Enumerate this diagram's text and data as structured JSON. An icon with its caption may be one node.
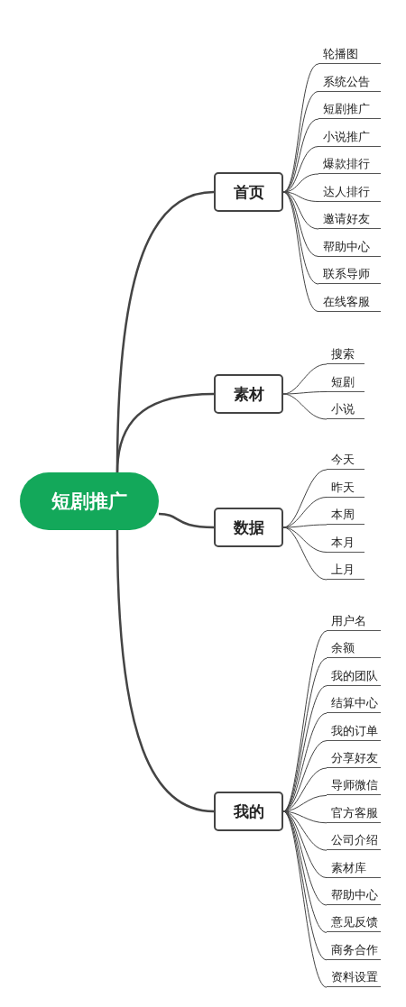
{
  "diagram": {
    "nodes": [
      {
        "text": [
          "短剧推广"
        ]
      },
      {
        "text": [
          "首页"
        ]
      },
      {
        "text": [
          "轮播图"
        ]
      },
      {
        "text": [
          "系统公告"
        ]
      },
      {
        "text": [
          "短剧推广"
        ]
      },
      {
        "text": [
          "小说推广"
        ]
      },
      {
        "text": [
          "爆款排行"
        ]
      },
      {
        "text": [
          "达人排行"
        ]
      },
      {
        "text": [
          "邀请好友"
        ]
      },
      {
        "text": [
          "帮助中心"
        ]
      },
      {
        "text": [
          "联系导师"
        ]
      },
      {
        "text": [
          "在线客服"
        ]
      },
      {
        "text": [
          "素材"
        ]
      },
      {
        "text": [
          "搜索"
        ]
      },
      {
        "text": [
          "短剧"
        ]
      },
      {
        "text": [
          "小说"
        ]
      },
      {
        "text": [
          "数据"
        ]
      },
      {
        "text": [
          "今天"
        ]
      },
      {
        "text": [
          "昨天"
        ]
      },
      {
        "text": [
          "本周"
        ]
      },
      {
        "text": [
          "本月"
        ]
      },
      {
        "text": [
          "上月"
        ]
      },
      {
        "text": [
          "我的"
        ]
      },
      {
        "text": [
          "用户名"
        ]
      },
      {
        "text": [
          "余额"
        ]
      },
      {
        "text": [
          "我的团队"
        ]
      },
      {
        "text": [
          "结算中心"
        ]
      },
      {
        "text": [
          "我的订单"
        ]
      },
      {
        "text": [
          "分享好友"
        ]
      },
      {
        "text": [
          "导师微信"
        ]
      },
      {
        "text": [
          "官方客服"
        ]
      },
      {
        "text": [
          "公司介绍"
        ]
      },
      {
        "text": [
          "素材库"
        ]
      },
      {
        "text": [
          "帮助中心"
        ]
      },
      {
        "text": [
          "意见反馈"
        ]
      },
      {
        "text": [
          "商务合作"
        ]
      },
      {
        "text": [
          "资料设置"
        ]
      }
    ],
    "edges": [
      {
        "from": 0,
        "to": 1,
        "arrow": "none"
      },
      {
        "from": 1,
        "to": 2,
        "arrow": "none"
      },
      {
        "from": 1,
        "to": 3,
        "arrow": "none"
      },
      {
        "from": 1,
        "to": 4,
        "arrow": "none"
      },
      {
        "from": 1,
        "to": 5,
        "arrow": "none"
      },
      {
        "from": 1,
        "to": 6,
        "arrow": "none"
      },
      {
        "from": 1,
        "to": 7,
        "arrow": "none"
      },
      {
        "from": 1,
        "to": 8,
        "arrow": "none"
      },
      {
        "from": 1,
        "to": 9,
        "arrow": "none"
      },
      {
        "from": 1,
        "to": 10,
        "arrow": "none"
      },
      {
        "from": 1,
        "to": 11,
        "arrow": "none"
      },
      {
        "from": 0,
        "to": 12,
        "arrow": "none"
      },
      {
        "from": 12,
        "to": 13,
        "arrow": "none"
      },
      {
        "from": 12,
        "to": 14,
        "arrow": "none"
      },
      {
        "from": 12,
        "to": 15,
        "arrow": "none"
      },
      {
        "from": 0,
        "to": 16,
        "arrow": "none"
      },
      {
        "from": 16,
        "to": 17,
        "arrow": "none"
      },
      {
        "from": 16,
        "to": 18,
        "arrow": "none"
      },
      {
        "from": 16,
        "to": 19,
        "arrow": "none"
      },
      {
        "from": 16,
        "to": 20,
        "arrow": "none"
      },
      {
        "from": 16,
        "to": 21,
        "arrow": "none"
      },
      {
        "from": 0,
        "to": 22,
        "arrow": "none"
      },
      {
        "from": 22,
        "to": 23,
        "arrow": "none"
      },
      {
        "from": 22,
        "to": 24,
        "arrow": "none"
      },
      {
        "from": 22,
        "to": 25,
        "arrow": "none"
      },
      {
        "from": 22,
        "to": 26,
        "arrow": "none"
      },
      {
        "from": 22,
        "to": 27,
        "arrow": "none"
      },
      {
        "from": 22,
        "to": 28,
        "arrow": "none"
      },
      {
        "from": 22,
        "to": 29,
        "arrow": "none"
      },
      {
        "from": 22,
        "to": 30,
        "arrow": "none"
      },
      {
        "from": 22,
        "to": 31,
        "arrow": "none"
      },
      {
        "from": 22,
        "to": 32,
        "arrow": "none"
      },
      {
        "from": 22,
        "to": 33,
        "arrow": "none"
      },
      {
        "from": 22,
        "to": 34,
        "arrow": "none"
      },
      {
        "from": 22,
        "to": 35,
        "arrow": "none"
      },
      {
        "from": 22,
        "to": 36,
        "arrow": "none"
      }
    ]
  }
}
